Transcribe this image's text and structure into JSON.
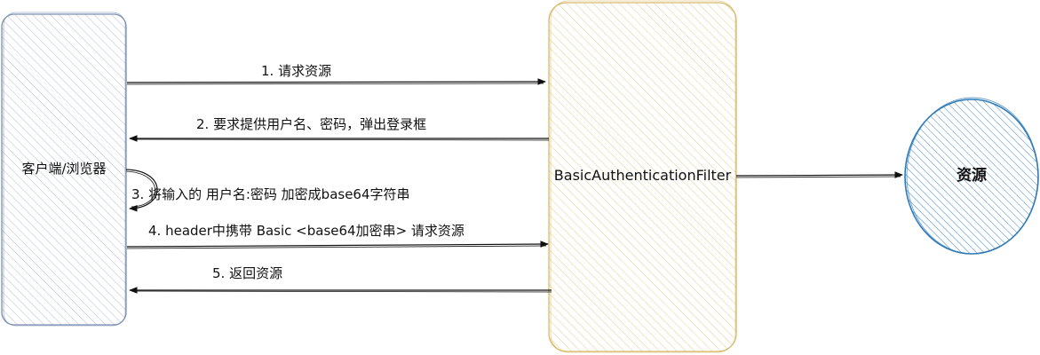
{
  "nodes": {
    "client": {
      "label": "客户端/浏览器",
      "fill": "#dfe3ee",
      "stroke": "#7d8fb3"
    },
    "filter": {
      "label": "BasicAuthenticationFilter",
      "fill": "#f3e6c2",
      "stroke": "#d9b96a"
    },
    "resource": {
      "label": "资源",
      "fill": "#b9d3ea",
      "stroke": "#2f7bb8"
    }
  },
  "steps": [
    {
      "label": "1. 请求资源"
    },
    {
      "label": "2. 要求提供用户名、密码，弹出登录框"
    },
    {
      "label": "3. 将输入的 用户名:密码 加密成base64字符串"
    },
    {
      "label": "4. header中携带 Basic <base64加密串> 请求资源"
    },
    {
      "label": "5. 返回资源"
    }
  ]
}
